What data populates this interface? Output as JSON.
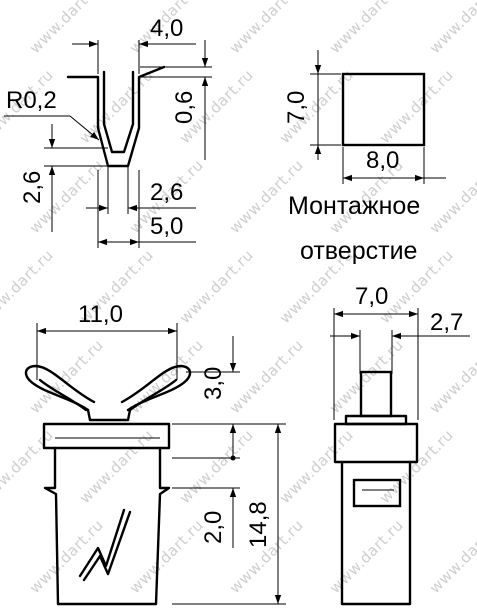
{
  "watermark": "www.dart.ru",
  "clip_detail": {
    "width_top": "4,0",
    "radius": "R0,2",
    "thickness": "0,6",
    "inner_width": "2,6",
    "outer_width": "5,0",
    "height": "2,6"
  },
  "mounting_hole": {
    "height": "7,0",
    "width": "8,0",
    "caption_line1": "Монтажное",
    "caption_line2": "отверстие"
  },
  "front_view": {
    "wing_span": "11,0",
    "wing_height": "3,0",
    "collar": "2,0",
    "total_height": "14,8"
  },
  "side_view": {
    "body_width": "7,0",
    "stem_width": "2,7"
  }
}
